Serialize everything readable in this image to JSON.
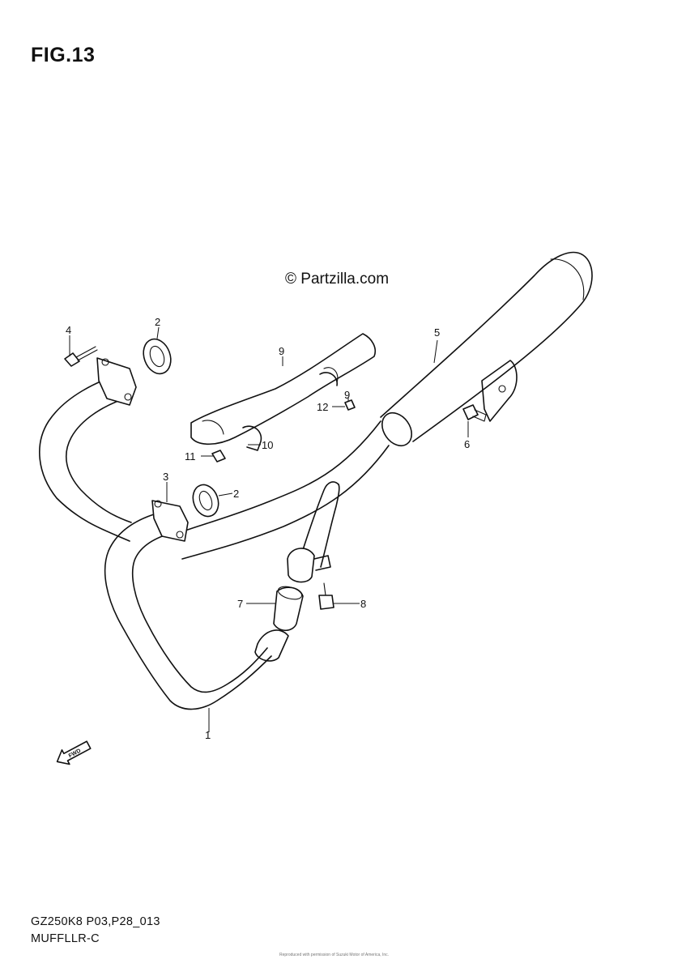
{
  "figure": {
    "title": "FIG.13"
  },
  "watermark": "© Partzilla.com",
  "footer": {
    "model_code": "GZ250K8 P03,P28_013",
    "section_name": "MUFFLLR-C",
    "fineprint": "Reproduced with permission of Suzuki Motor of America, Inc."
  },
  "front_arrow_label": "FWD",
  "callouts": [
    {
      "id": "c1",
      "label": "1"
    },
    {
      "id": "c2a",
      "label": "2"
    },
    {
      "id": "c2b",
      "label": "2"
    },
    {
      "id": "c3",
      "label": "3"
    },
    {
      "id": "c4",
      "label": "4"
    },
    {
      "id": "c5",
      "label": "5"
    },
    {
      "id": "c6",
      "label": "6"
    },
    {
      "id": "c7",
      "label": "7"
    },
    {
      "id": "c8",
      "label": "8"
    },
    {
      "id": "c9a",
      "label": "9"
    },
    {
      "id": "c9b",
      "label": "9"
    },
    {
      "id": "c10",
      "label": "10"
    },
    {
      "id": "c11",
      "label": "11"
    },
    {
      "id": "c12",
      "label": "12"
    }
  ]
}
